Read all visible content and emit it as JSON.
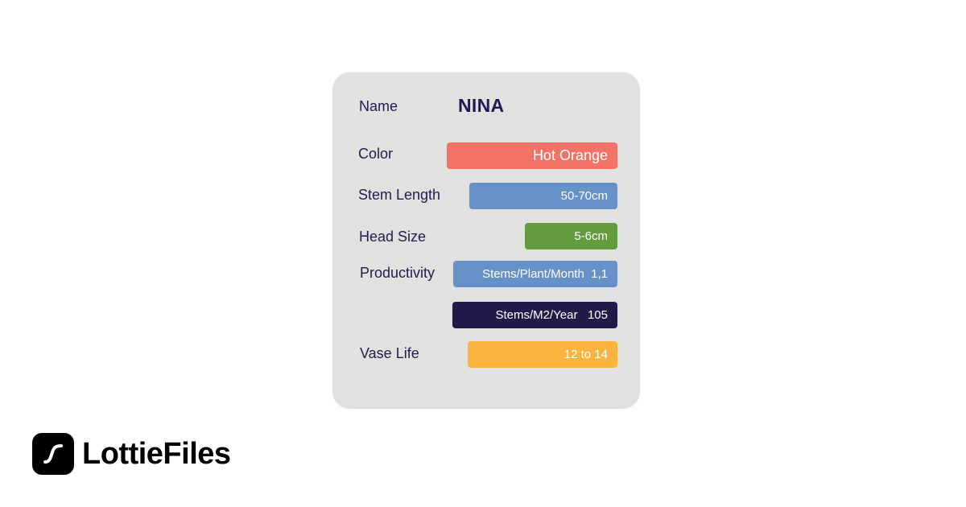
{
  "card": {
    "name_label": "Name",
    "name_value": "NINA",
    "rows": [
      {
        "label": "Color",
        "value": "Hot Orange",
        "color": "#f27366"
      },
      {
        "label": "Stem Length",
        "value": "50-70cm",
        "color": "#6691c9"
      },
      {
        "label": "Head Size",
        "value": "5-6cm",
        "color": "#659b3f"
      },
      {
        "label": "Productivity",
        "value": "Stems/Plant/Month  1,1",
        "color": "#6691c9"
      },
      {
        "label": "",
        "value": "Stems/M2/Year   105",
        "color": "#221b4a"
      },
      {
        "label": "Vase Life",
        "value": "12 to 14",
        "color": "#fbb53e"
      }
    ]
  },
  "brand": {
    "name": "LottieFiles",
    "icon": "lottie-logo-icon"
  }
}
